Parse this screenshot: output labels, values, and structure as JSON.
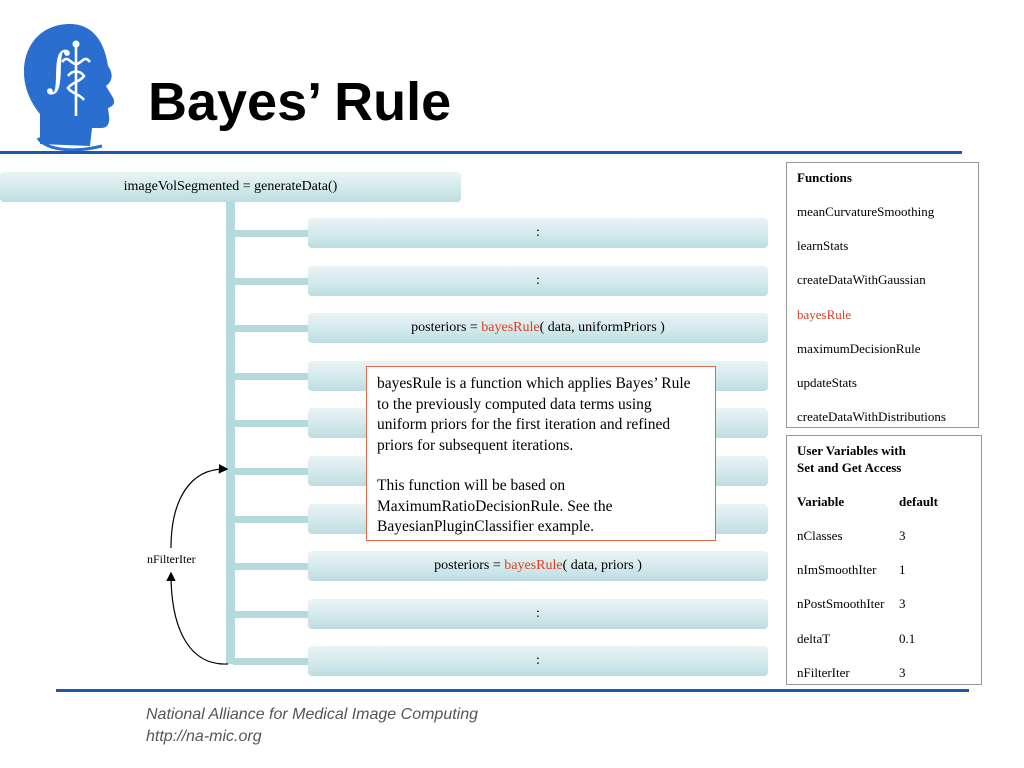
{
  "slide": {
    "title": "Bayes’ Rule"
  },
  "flow": {
    "top": "imageVolSegmented = generateData()",
    "rows": [
      {
        "plain": ":"
      },
      {
        "plain": ":"
      },
      {
        "prefix": "posteriors = ",
        "fn": "bayesRule",
        "suffix": "( data, uniformPriors )"
      },
      {
        "plain": ""
      },
      {
        "plain": ""
      },
      {
        "plain": ""
      },
      {
        "plain": ""
      },
      {
        "prefix": "posteriors = ",
        "fn": "bayesRule",
        "suffix": "( data, priors )"
      },
      {
        "plain": ":"
      },
      {
        "plain": ":"
      }
    ],
    "loop_label": "nFilterIter"
  },
  "popup": {
    "para1": "bayesRule is a function which applies Bayes’ Rule to the previously computed data terms using uniform priors for the first iteration and refined priors for subsequent iterations.",
    "para2": "This function will be based on MaximumRatioDecisionRule.  See the BayesianPluginClassifier example."
  },
  "functions_panel": {
    "heading": "Functions",
    "items": [
      {
        "label": "meanCurvatureSmoothing"
      },
      {
        "label": "learnStats"
      },
      {
        "label": "createDataWithGaussian"
      },
      {
        "label": "bayesRule",
        "highlight": true
      },
      {
        "label": "maximumDecisionRule"
      },
      {
        "label": "updateStats"
      },
      {
        "label": "createDataWithDistributions"
      }
    ]
  },
  "variables_panel": {
    "heading_line1": "User Variables with",
    "heading_line2": "Set and Get Access",
    "col_variable": "Variable",
    "col_default": "default",
    "rows": [
      {
        "name": "nClasses",
        "default": "3"
      },
      {
        "name": "nImSmoothIter",
        "default": "1"
      },
      {
        "name": "nPostSmoothIter",
        "default": "3"
      },
      {
        "name": "deltaT",
        "default": "0.1"
      },
      {
        "name": "nFilterIter",
        "default": "3"
      }
    ]
  },
  "footer": {
    "org": "National Alliance for Medical Image Computing",
    "url": "http://na-mic.org"
  },
  "colors": {
    "accent_blue": "#1a5aa8",
    "highlight_red": "#e03c1f",
    "box_teal": "#bcdde2"
  }
}
